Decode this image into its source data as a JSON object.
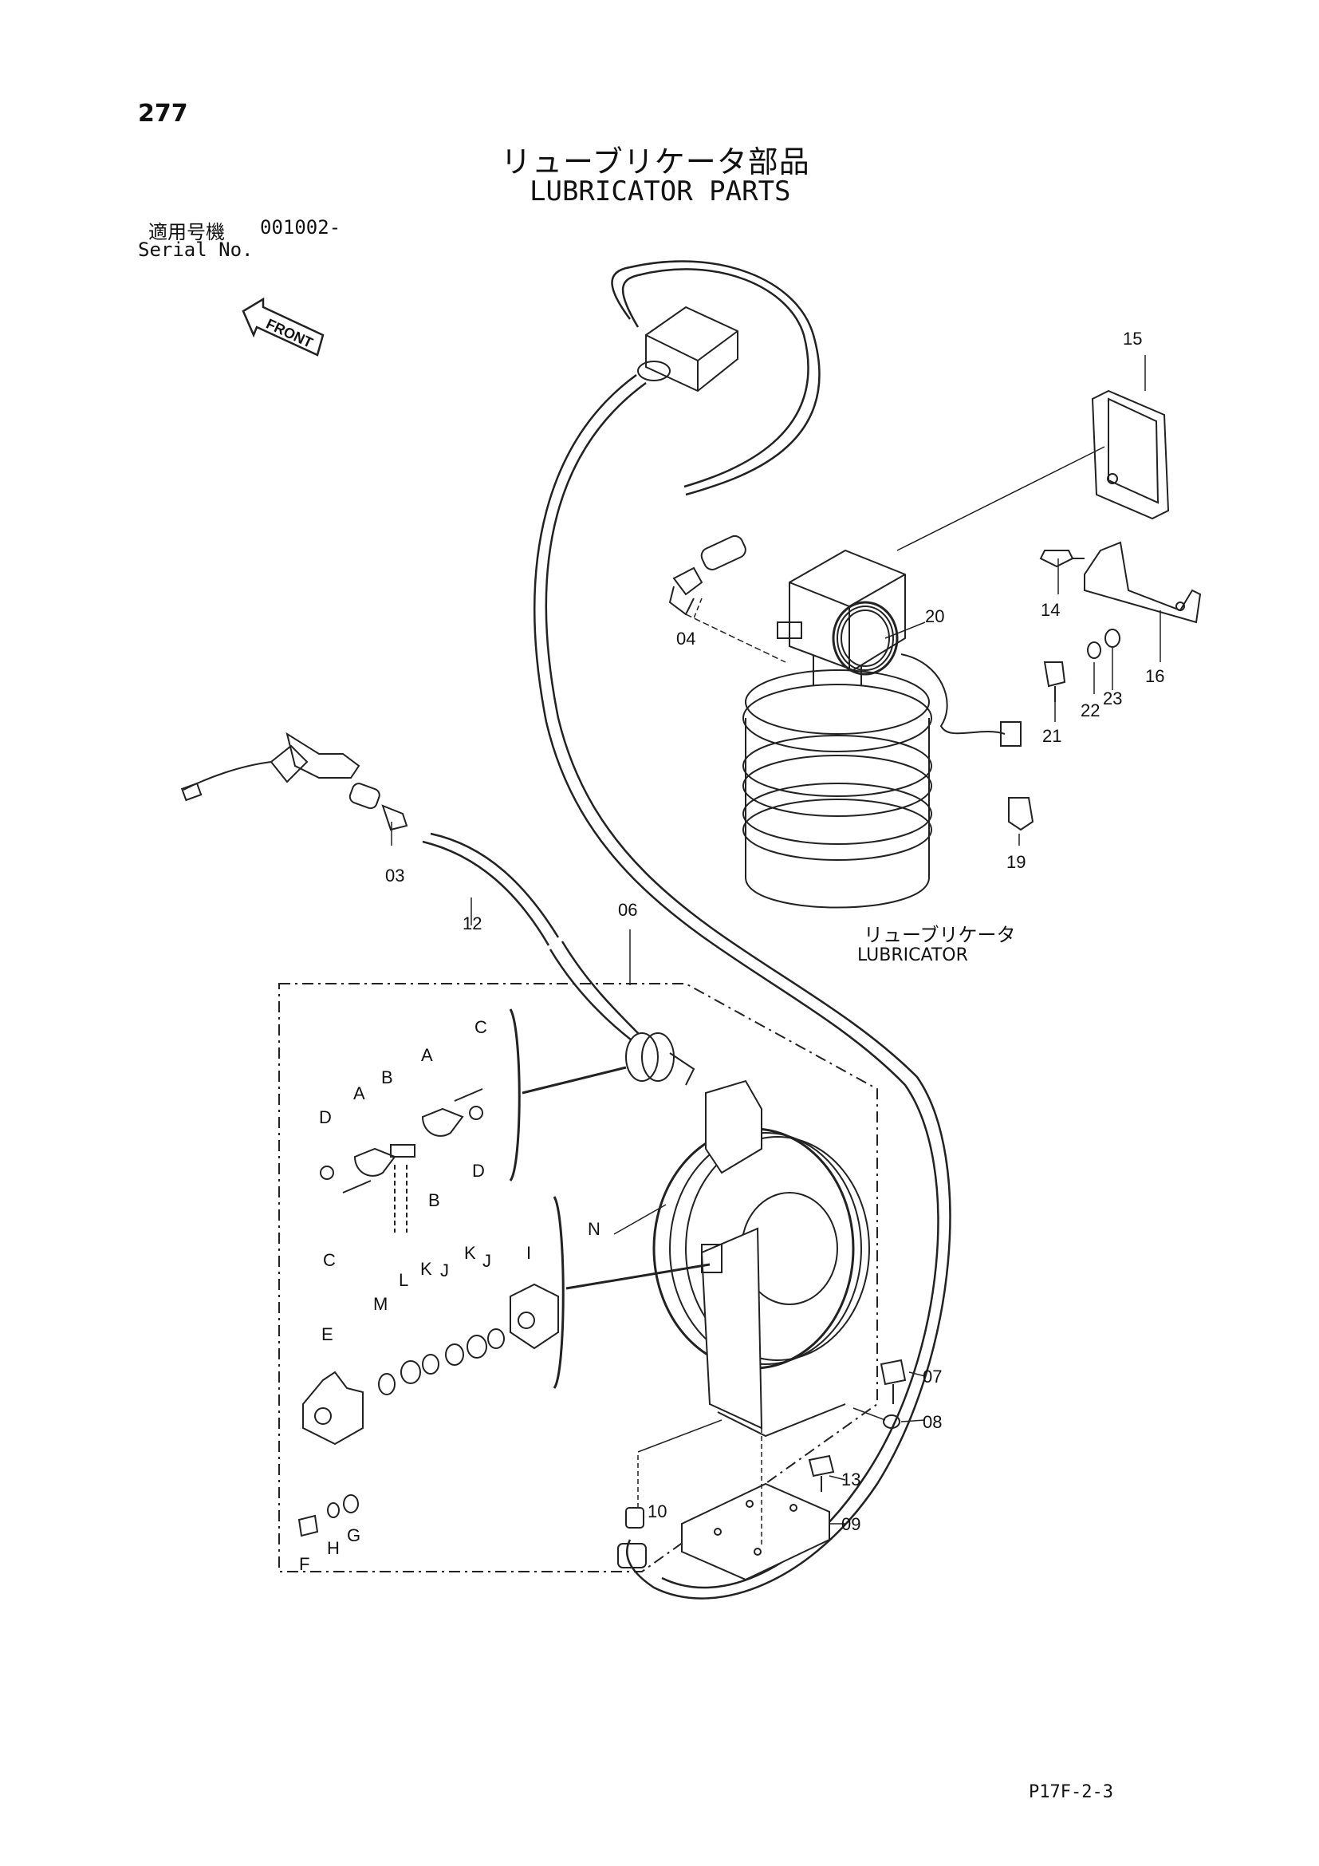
{
  "header": {
    "page_number": "277",
    "title_jp": "リューブリケータ部品",
    "title_en": "LUBRICATOR PARTS",
    "serial_label_jp": "適用号機",
    "serial_value": "001002-",
    "serial_label_en": "Serial No."
  },
  "front_arrow": {
    "label": "FRONT"
  },
  "callouts": {
    "lubricator_jp": "リューブリケータ",
    "lubricator_en": "LUBRICATOR",
    "p03": "03",
    "p04": "04",
    "p06": "06",
    "p07": "07",
    "p08": "08",
    "p09": "09",
    "p10": "10",
    "p12": "12",
    "p13": "13",
    "p14": "14",
    "p15": "15",
    "p16": "16",
    "p19": "19",
    "p20": "20",
    "p21": "21",
    "p22": "22",
    "p23": "23",
    "A": "A",
    "B": "B",
    "C": "C",
    "D": "D",
    "E": "E",
    "F": "F",
    "G": "G",
    "H": "H",
    "I": "I",
    "J": "J",
    "K": "K",
    "L": "L",
    "M": "M",
    "N": "N"
  },
  "footer": {
    "page_code": "P17F-2-3"
  }
}
